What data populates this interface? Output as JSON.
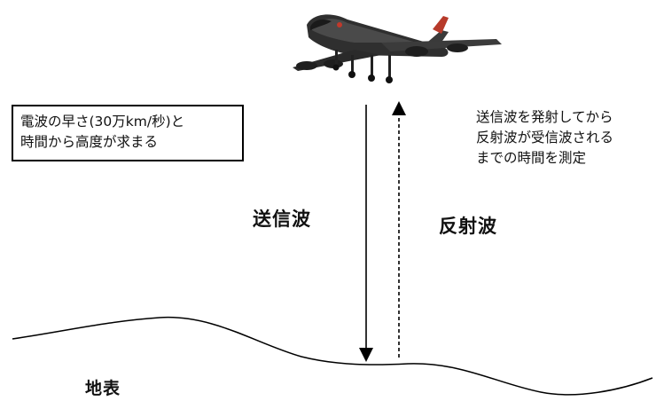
{
  "info_box": {
    "lines": [
      "電波の早さ(30万km/秒)と",
      "時間から高度が求まる"
    ]
  },
  "note": {
    "lines": [
      "送信波を発射してから",
      "反射波が受信波される",
      "までの時間を測定"
    ]
  },
  "labels": {
    "transmitted_wave": "送信波",
    "reflected_wave": "反射波",
    "ground": "地表"
  },
  "icons": {
    "airplane": "airplane-icon"
  },
  "colors": {
    "airplane_body": "#2a2a2a",
    "airplane_tail": "#c0392b",
    "line": "#000000"
  }
}
